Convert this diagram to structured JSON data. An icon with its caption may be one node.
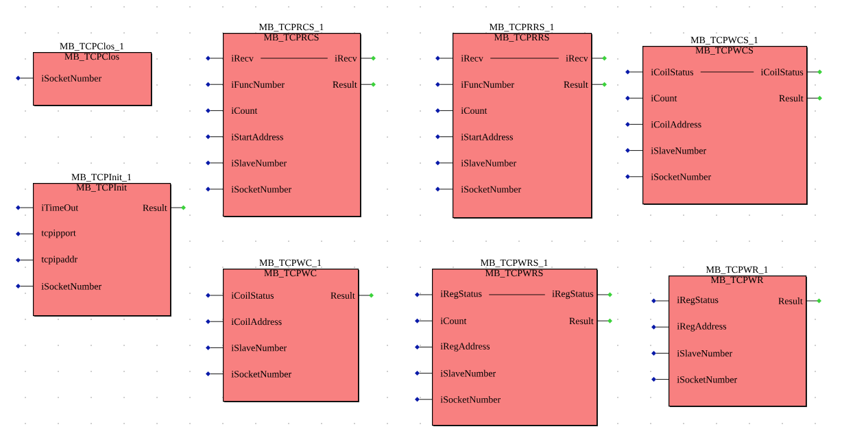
{
  "diagram": {
    "nodes": [
      {
        "text": [
          "MB_TCPClos_1",
          "MB_TCPClos",
          "iSocketNumber"
        ]
      },
      {
        "text": [
          "MB_TCPRCS_1",
          "MB_TCPRCS",
          "iRecv",
          "iFuncNumber",
          "iCount",
          "iStartAddress",
          "iSlaveNumber",
          "iSocketNumber",
          "iRecv",
          "Result"
        ]
      },
      {
        "text": [
          "MB_TCPRRS_1",
          "MB_TCPRRS",
          "iRecv",
          "iFuncNumber",
          "iCount",
          "iStartAddress",
          "iSlaveNumber",
          "iSocketNumber",
          "iRecv",
          "Result"
        ]
      },
      {
        "text": [
          "MB_TCPWCS_1",
          "MB_TCPWCS",
          "iCoilStatus",
          "iCount",
          "iCoilAddress",
          "iSlaveNumber",
          "iSocketNumber",
          "iCoilStatus",
          "Result"
        ]
      },
      {
        "text": [
          "MB_TCPInit_1",
          "MB_TCPInit",
          "iTimeOut",
          "tcpipport",
          "tcpipaddr",
          "iSocketNumber",
          "Result"
        ]
      },
      {
        "text": [
          "MB_TCPWC_1",
          "MB_TCPWC",
          "iCoilStatus",
          "iCoilAddress",
          "iSlaveNumber",
          "iSocketNumber",
          "Result"
        ]
      },
      {
        "text": [
          "MB_TCPWRS_1",
          "MB_TCPWRS",
          "iRegStatus",
          "iCount",
          "iRegAddress",
          "iSlaveNumber",
          "iSocketNumber",
          "iRegStatus",
          "Result"
        ]
      },
      {
        "text": [
          "MB_TCPWR_1",
          "MB_TCPWR",
          "iRegStatus",
          "iRegAddress",
          "iSlaveNumber",
          "iSocketNumber",
          "Result"
        ]
      }
    ]
  }
}
